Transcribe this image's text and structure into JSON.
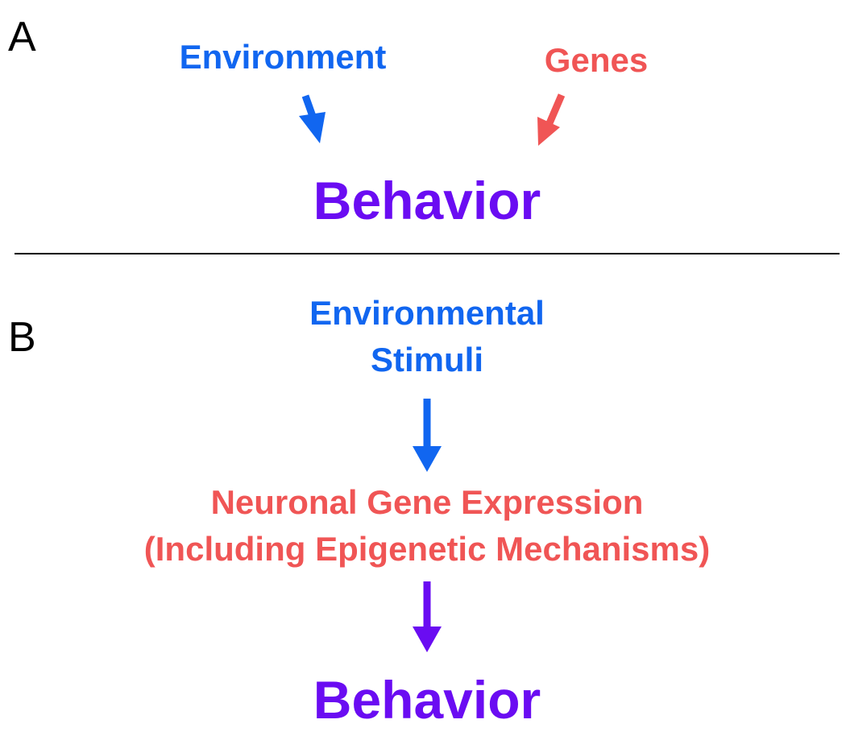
{
  "panel_a": {
    "label": "A",
    "environment": "Environment",
    "genes": "Genes",
    "behavior": "Behavior"
  },
  "panel_b": {
    "label": "B",
    "environmental_stimuli": [
      "Environmental",
      "Stimuli"
    ],
    "neuronal_gene_expression": [
      "Neuronal Gene Expression",
      "(Including Epigenetic Mechanisms)"
    ],
    "behavior": "Behavior"
  },
  "colors": {
    "environment_blue": "#1166f0",
    "genes_red": "#f05555",
    "behavior_purple": "#6a0cf2",
    "label_black": "#000000",
    "divider": "#000000"
  },
  "icons": {
    "arrow_env_to_behavior": "arrow-down-icon",
    "arrow_genes_to_behavior": "arrow-down-left-icon",
    "arrow_stimuli_to_expression": "arrow-down-icon",
    "arrow_expression_to_behavior": "arrow-down-icon"
  }
}
